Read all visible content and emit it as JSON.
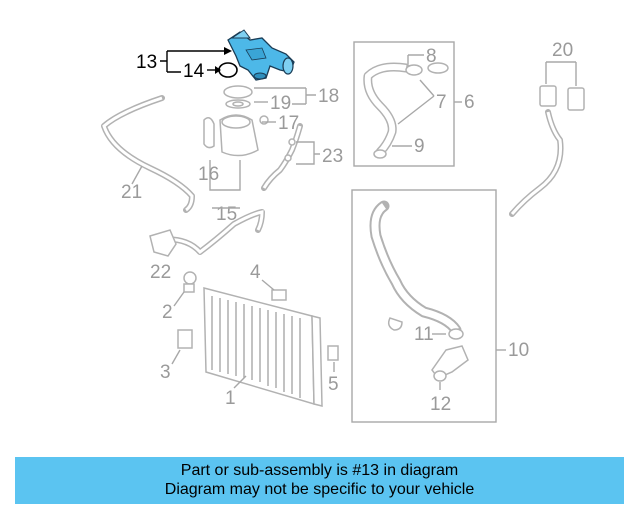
{
  "callouts": {
    "c1": "1",
    "c2": "2",
    "c3": "3",
    "c4": "4",
    "c5": "5",
    "c6": "6",
    "c7": "7",
    "c8": "8",
    "c9": "9",
    "c10": "10",
    "c11": "11",
    "c12": "12",
    "c13": "13",
    "c14": "14",
    "c15": "15",
    "c16": "16",
    "c17": "17",
    "c18": "18",
    "c19": "19",
    "c20": "20",
    "c21": "21",
    "c22": "22",
    "c23": "23"
  },
  "highlight": {
    "color": "#4db8e8",
    "part": "13"
  },
  "banner": {
    "line1": "Part or sub-assembly is #13 in diagram",
    "line2": "Diagram may not be specific to your vehicle",
    "color": "#5bc4f1"
  }
}
